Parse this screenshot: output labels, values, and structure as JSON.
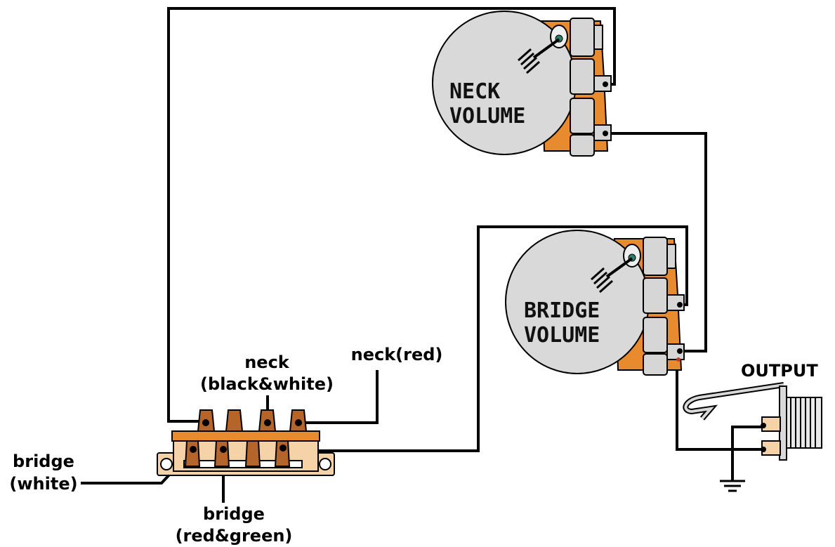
{
  "labels": {
    "output": "OUTPUT",
    "neck_pot_line1": "NECK",
    "neck_pot_line2": "VOLUME",
    "bridge_pot_line1": "BRIDGE",
    "bridge_pot_line2": "VOLUME",
    "neck_bw_line1": "neck",
    "neck_bw_line2": "(black&white)",
    "neck_red": "neck(red)",
    "bridge_white_line1": "bridge",
    "bridge_white_line2": "(white)",
    "bridge_rg_line1": "bridge",
    "bridge_rg_line2": "(red&green)"
  },
  "colors": {
    "pot_body": "#d9d9d9",
    "pot_tab": "#e88a2e",
    "switch_plate": "#f6d2a8",
    "switch_lugs": "#b5642a",
    "wire": "#000000"
  }
}
